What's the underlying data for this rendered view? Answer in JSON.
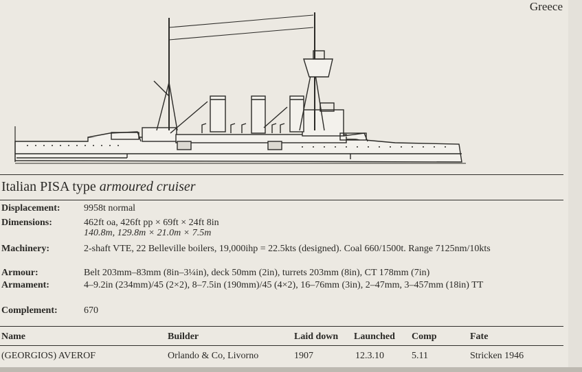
{
  "page": {
    "country": "Greece"
  },
  "ship": {
    "title_plain": "Italian PISA type ",
    "title_italic": "armoured cruiser"
  },
  "specs": [
    {
      "label": "Displacement:",
      "value": "9958t normal",
      "metric": ""
    },
    {
      "label": "Dimensions:",
      "value": "462ft oa, 426ft pp × 69ft × 24ft 8in",
      "metric": "140.8m, 129.8m × 21.0m × 7.5m"
    },
    {
      "label": "Machinery:",
      "value": "2-shaft VTE, 22 Belleville boilers, 19,000ihp = 22.5kts (designed). Coal 660/1500t. Range 7125nm/10kts",
      "metric": ""
    },
    {
      "label": "Armour:",
      "value": "Belt 203mm–83mm (8in–3¼in), deck 50mm (2in), turrets 203mm (8in), CT 178mm (7in)",
      "metric": ""
    },
    {
      "label": "Armament:",
      "value": "4–9.2in (234mm)/45 (2×2), 8–7.5in (190mm)/45 (4×2), 16–76mm (3in), 2–47mm, 3–457mm (18in) TT",
      "metric": ""
    },
    {
      "label": "Complement:",
      "value": "670",
      "metric": ""
    }
  ],
  "table": {
    "headers": [
      "Name",
      "Builder",
      "Laid down",
      "Launched",
      "Comp",
      "Fate"
    ],
    "rows": [
      [
        "(GEORGIOS) AVEROF",
        "Orlando & Co, Livorno",
        "1907",
        "12.3.10",
        "5.11",
        "Stricken 1946"
      ]
    ]
  }
}
